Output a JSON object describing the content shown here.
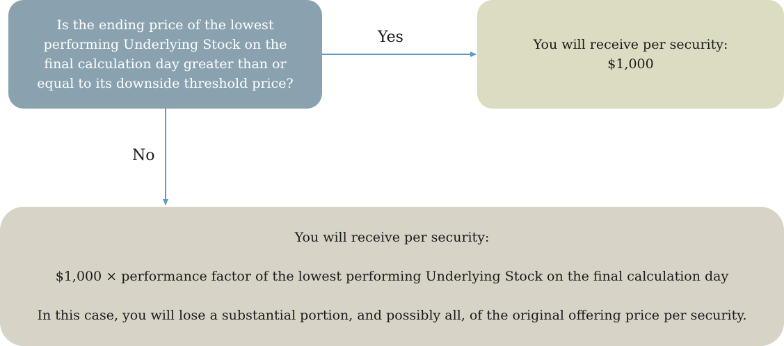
{
  "question": {
    "text": "Is the ending price of the lowest\nperforming Underlying Stock on the\nfinal calculation day greater than or\nequal to its downside threshold price?"
  },
  "yes_branch": {
    "label": "Yes",
    "text": "You will receive per security:\n$1,000"
  },
  "no_branch": {
    "label": "No",
    "heading": "You will receive per security:",
    "formula": "$1,000 × performance  factor of the lowest performing Underlying Stock on the final calculation day",
    "warning": "In this case, you will lose a substantial portion, and possibly all, of the original offering price per security."
  },
  "colors": {
    "question_fill": "#8aa2b0",
    "yes_fill": "#dcdcc3",
    "no_fill": "#d7d4c7",
    "arrow": "#5b9bc8"
  }
}
